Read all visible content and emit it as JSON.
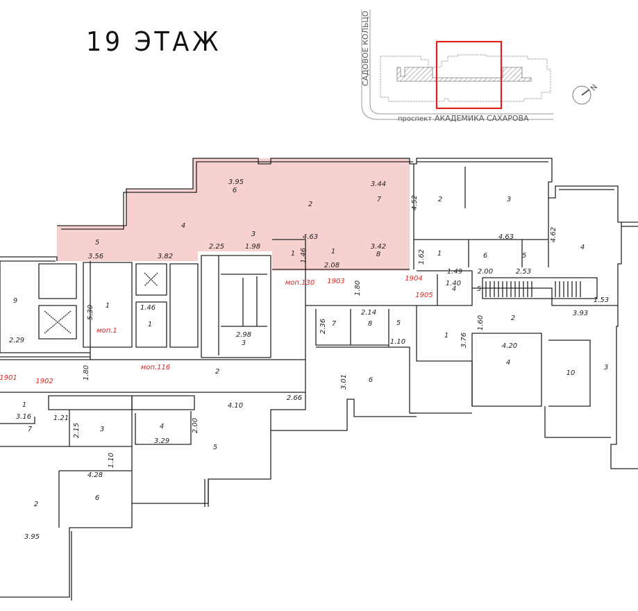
{
  "title": "19 ЭТАЖ",
  "keymap": {
    "street_vertical": "САДОВОЕ КОЛЬЦО",
    "street_prefix": "проспект",
    "street_horizontal": "АКАДЕМИКА САХАРОВА",
    "compass_letter": "N",
    "highlight_color": "#e0201c"
  },
  "colors": {
    "highlighted_apartment": "#f7d0d0",
    "walls": "#222222",
    "labels_red": "#e0201c"
  },
  "labels": [
    "5",
    "3.56",
    "3.82",
    "4",
    "3.95",
    "6",
    "2",
    "3",
    "2.25",
    "1.98",
    "4.63",
    "1",
    "1.46",
    "1",
    "2.08",
    "3.42",
    "8",
    "3.44",
    "7",
    "4.52",
    "2",
    "3",
    "4.63",
    "4.62",
    "4",
    "1.62",
    "1",
    "6",
    "5",
    "1.49",
    "2.00",
    "2.53",
    "1.40",
    "4",
    "5",
    "1.53",
    "3.93",
    "2",
    "1.60",
    "1",
    "3.76",
    "4.20",
    "4",
    "10",
    "3",
    "7",
    "2.36",
    "2.14",
    "8",
    "5",
    "1.10",
    "6",
    "3.01",
    "2.66",
    "4.10",
    "5",
    "9",
    "5.30",
    "1",
    "1.46",
    "1",
    "2.98",
    "3",
    "2",
    "1.80",
    "1.80",
    "2.29",
    "1",
    "3.16",
    "7",
    "1.21",
    "2.15",
    "3",
    "4",
    "2.00",
    "3.29",
    "1.10",
    "4.28",
    "6",
    "2",
    "3.95"
  ],
  "red_labels": [
    "моп.1",
    "моп.116",
    "моп.130",
    "1903",
    "1904",
    "1905",
    "1901",
    "1902"
  ]
}
